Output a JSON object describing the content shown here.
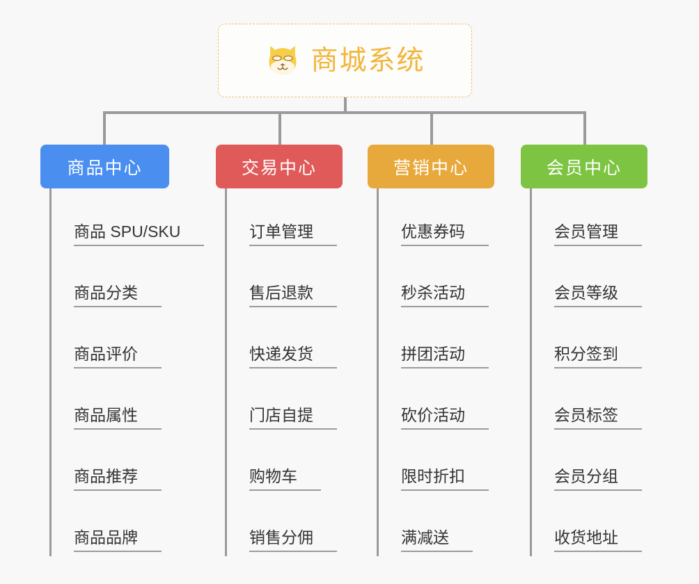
{
  "root": {
    "title": "商城系统",
    "icon": "shiba-dog-face-icon",
    "border_color": "#f0c069",
    "text_color": "#f2b63c"
  },
  "connector": {
    "color": "#9a9a9a"
  },
  "branches": [
    {
      "label": "商品中心",
      "color": "#4a8ef0",
      "leaves": [
        "商品 SPU/SKU",
        "商品分类",
        "商品评价",
        "商品属性",
        "商品推荐",
        "商品品牌"
      ]
    },
    {
      "label": "交易中心",
      "color": "#e05a5a",
      "leaves": [
        "订单管理",
        "售后退款",
        "快递发货",
        "门店自提",
        "购物车",
        "销售分佣"
      ]
    },
    {
      "label": "营销中心",
      "color": "#e8a93c",
      "leaves": [
        "优惠券码",
        "秒杀活动",
        "拼团活动",
        "砍价活动",
        "限时折扣",
        "满减送"
      ]
    },
    {
      "label": "会员中心",
      "color": "#7cc442",
      "leaves": [
        "会员管理",
        "会员等级",
        "积分签到",
        "会员标签",
        "会员分组",
        "收货地址"
      ]
    }
  ]
}
